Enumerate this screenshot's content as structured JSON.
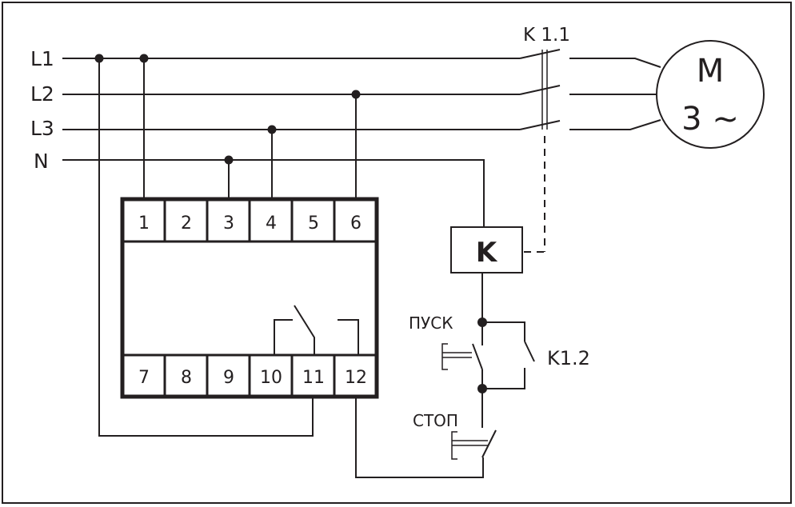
{
  "lines": {
    "l1": "L1",
    "l2": "L2",
    "l3": "L3",
    "n": "N"
  },
  "relay": {
    "top_terminals": [
      "1",
      "2",
      "3",
      "4",
      "5",
      "6"
    ],
    "bottom_terminals": [
      "7",
      "8",
      "9",
      "10",
      "11",
      "12"
    ]
  },
  "contactor": {
    "coil_label": "K",
    "main_contacts_label": "K 1.1",
    "aux_contact_label": "K1.2"
  },
  "buttons": {
    "start_label": "ПУСК",
    "stop_label": "СТОП"
  },
  "motor": {
    "label": "M",
    "phase_label": "3 ~"
  },
  "colors": {
    "ink": "#231f20",
    "background": "#ffffff"
  }
}
